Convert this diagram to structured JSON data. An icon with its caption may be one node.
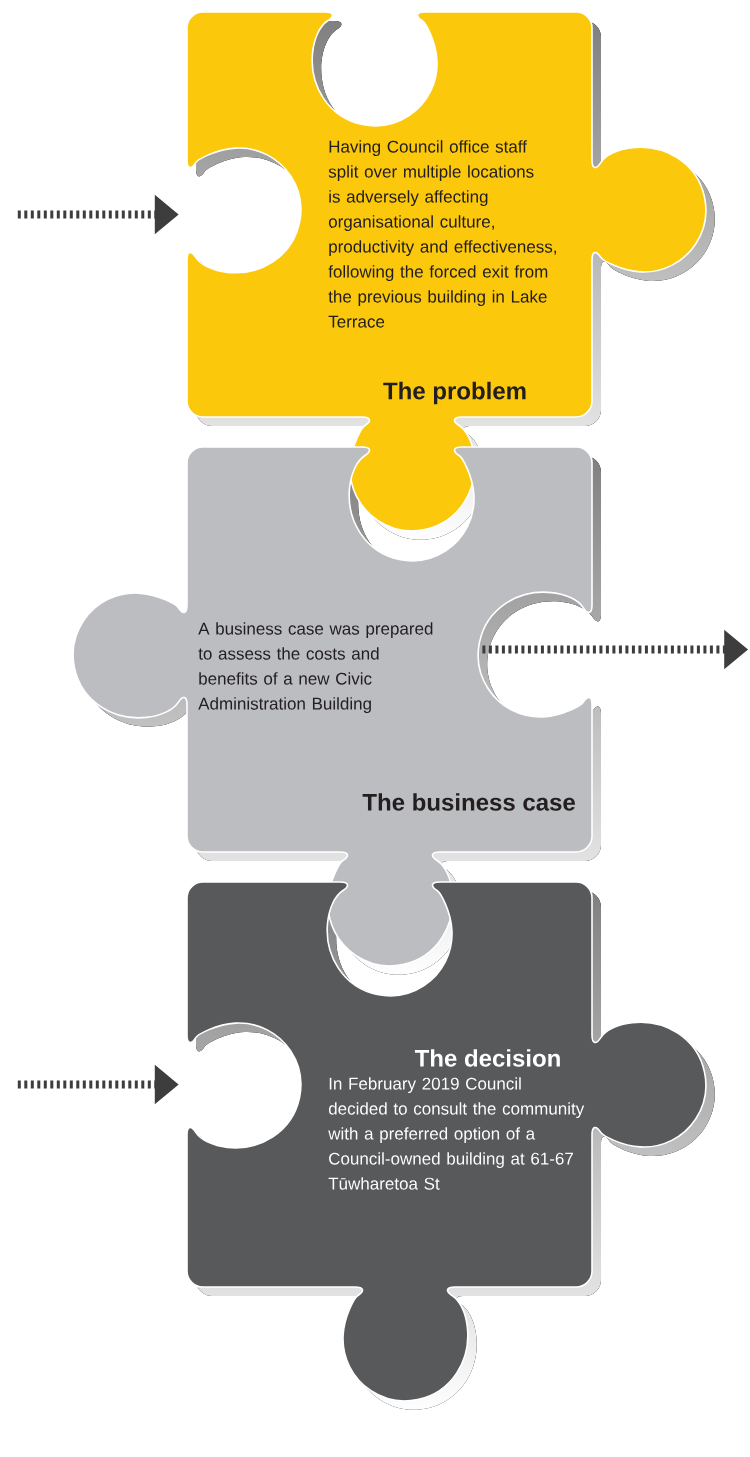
{
  "diagram": {
    "nodes": [
      {
        "text": [
          "Having Council office staff split over multiple locations is adversely affecting organisational culture, productivity and effectiveness, following the forced exit from the previous building in Lake Terrace",
          "The problem"
        ]
      },
      {
        "text": [
          "A business case was prepared to assess the costs and benefits of a new Civic Administration Building",
          "The business case"
        ]
      },
      {
        "text": [
          "The decision",
          "In February 2019 Council decided to consult the community with a preferred option of a Council-owned building at 61-67 Tūwharetoa St"
        ]
      }
    ],
    "edges": [
      {
        "from": null,
        "to": 0,
        "arrow": "to",
        "style": "dashed"
      },
      {
        "from": 1,
        "to": null,
        "arrow": "to",
        "style": "dashed"
      },
      {
        "from": null,
        "to": 2,
        "arrow": "to",
        "style": "dashed"
      }
    ]
  }
}
